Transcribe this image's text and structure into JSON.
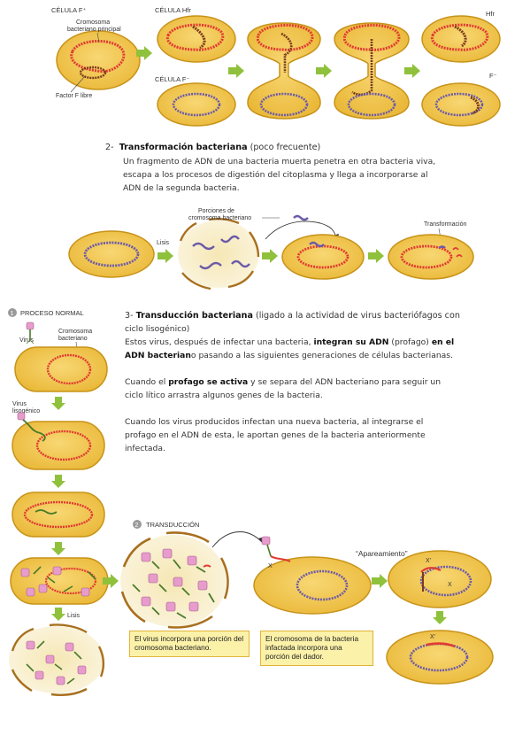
{
  "conjugation": {
    "cell_f_plus": "CÉLULA F⁺",
    "main_chromosome": [
      "Cromosoma",
      "bacteriano principal"
    ],
    "free_f_factor": "Factor F libre",
    "cell_hfr": "CÉLULA Hfr",
    "cell_f_minus": "CÉLULA F⁻",
    "hfr_right": "Hfr",
    "f_minus_right": "F⁻"
  },
  "transformation": {
    "number": "2-",
    "title": "Transformación bacteriana",
    "qualifier": " (poco frecuente)",
    "lines": [
      "Un fragmento de ADN de una bacteria muerta penetra en otra bacteria viva,",
      "escapa a los procesos de digestión del citoplasma y llega a incorporarse al",
      "ADN de la segunda bacteria."
    ],
    "portions_label": [
      "Porciones de",
      "cromosoma bacteriano"
    ],
    "lysis_label": "Lisis",
    "transformation_label": "Transformación"
  },
  "transduction": {
    "number": "3-",
    "title": "Transducción bacteriana",
    "qualifier_1": " (ligado a la actividad de virus bacteriófagos con",
    "qualifier_2": "ciclo lisogénico)",
    "p1_a": "Estos virus, después de infectar una bacteria, ",
    "p1_bold_1": "integran su ADN",
    "p1_b": " (profago) ",
    "p1_bold_2": "en el",
    "p1_bold_3": "ADN bacterian",
    "p1_c": "o pasando a las siguientes generaciones de células bacterianas.",
    "p2_a": "Cuando el ",
    "p2_bold": "profago se activa",
    "p2_b": " y se separa del ADN bacteriano para seguir un",
    "p2_line2": "ciclo lítico arrastra algunos genes de la bacteria.",
    "p3_lines": [
      "Cuando los virus producidos infectan una nueva bacteria, al integrarse el",
      "profago en el ADN de esta, le aportan genes de la bacteria anteriormente",
      "infectada."
    ]
  },
  "normal_process": {
    "badge": "1",
    "title": "PROCESO NORMAL",
    "virus": "Virus",
    "chromosome": [
      "Cromosoma",
      "bacteriano"
    ],
    "lysogenic": [
      "Virus",
      "lisogénico"
    ],
    "lysis": "Lisis"
  },
  "transduction_fig": {
    "badge": "2",
    "title": "TRANSDUCCIÓN",
    "pairing": "“Apareamiento”",
    "x_label": "X",
    "x_prime": "X'",
    "note_1": "El virus incorpora una porción del cromosoma bacteriano.",
    "note_2": "El cromosoma de la bacteria infactada incorpora una porción del dador."
  },
  "colors": {
    "cell_fill": "#f2c44b",
    "cell_stroke": "#c79319",
    "arrow": "#8fc13c",
    "dna_red": "#e13a32",
    "dna_purple": "#6c5aa8",
    "dna_brown": "#7a3b1c",
    "note_fill": "#fbf1a8"
  }
}
